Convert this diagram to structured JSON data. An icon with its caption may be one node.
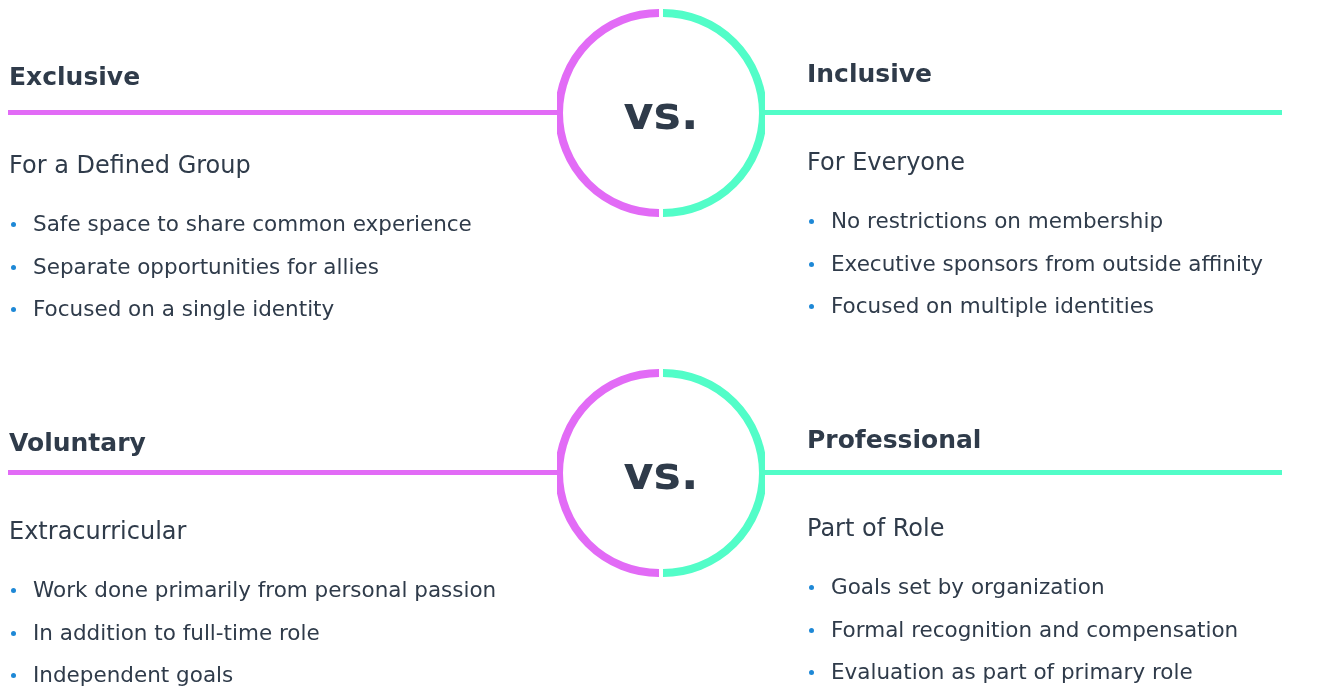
{
  "diagram": {
    "nodes": [
      {
        "text": [
          "vs."
        ]
      },
      {
        "text": [
          "vs."
        ]
      }
    ],
    "labels": [
      "Exclusive",
      "For a Defined Group",
      "Safe space to share common experience",
      "Separate opportunities for allies",
      "Focused on a single identity",
      "Inclusive",
      "For Everyone",
      "No restrictions on membership",
      "Executive sponsors from outside affinity",
      "Focused on multiple identities",
      "Voluntary",
      "Extracurricular",
      "Work done primarily from personal passion",
      "In addition to full-time role",
      "Independent goals",
      "Professional",
      "Part of Role",
      "Goals set by organization",
      "Formal recognition and compensation",
      "Evaluation as part of primary role"
    ]
  }
}
